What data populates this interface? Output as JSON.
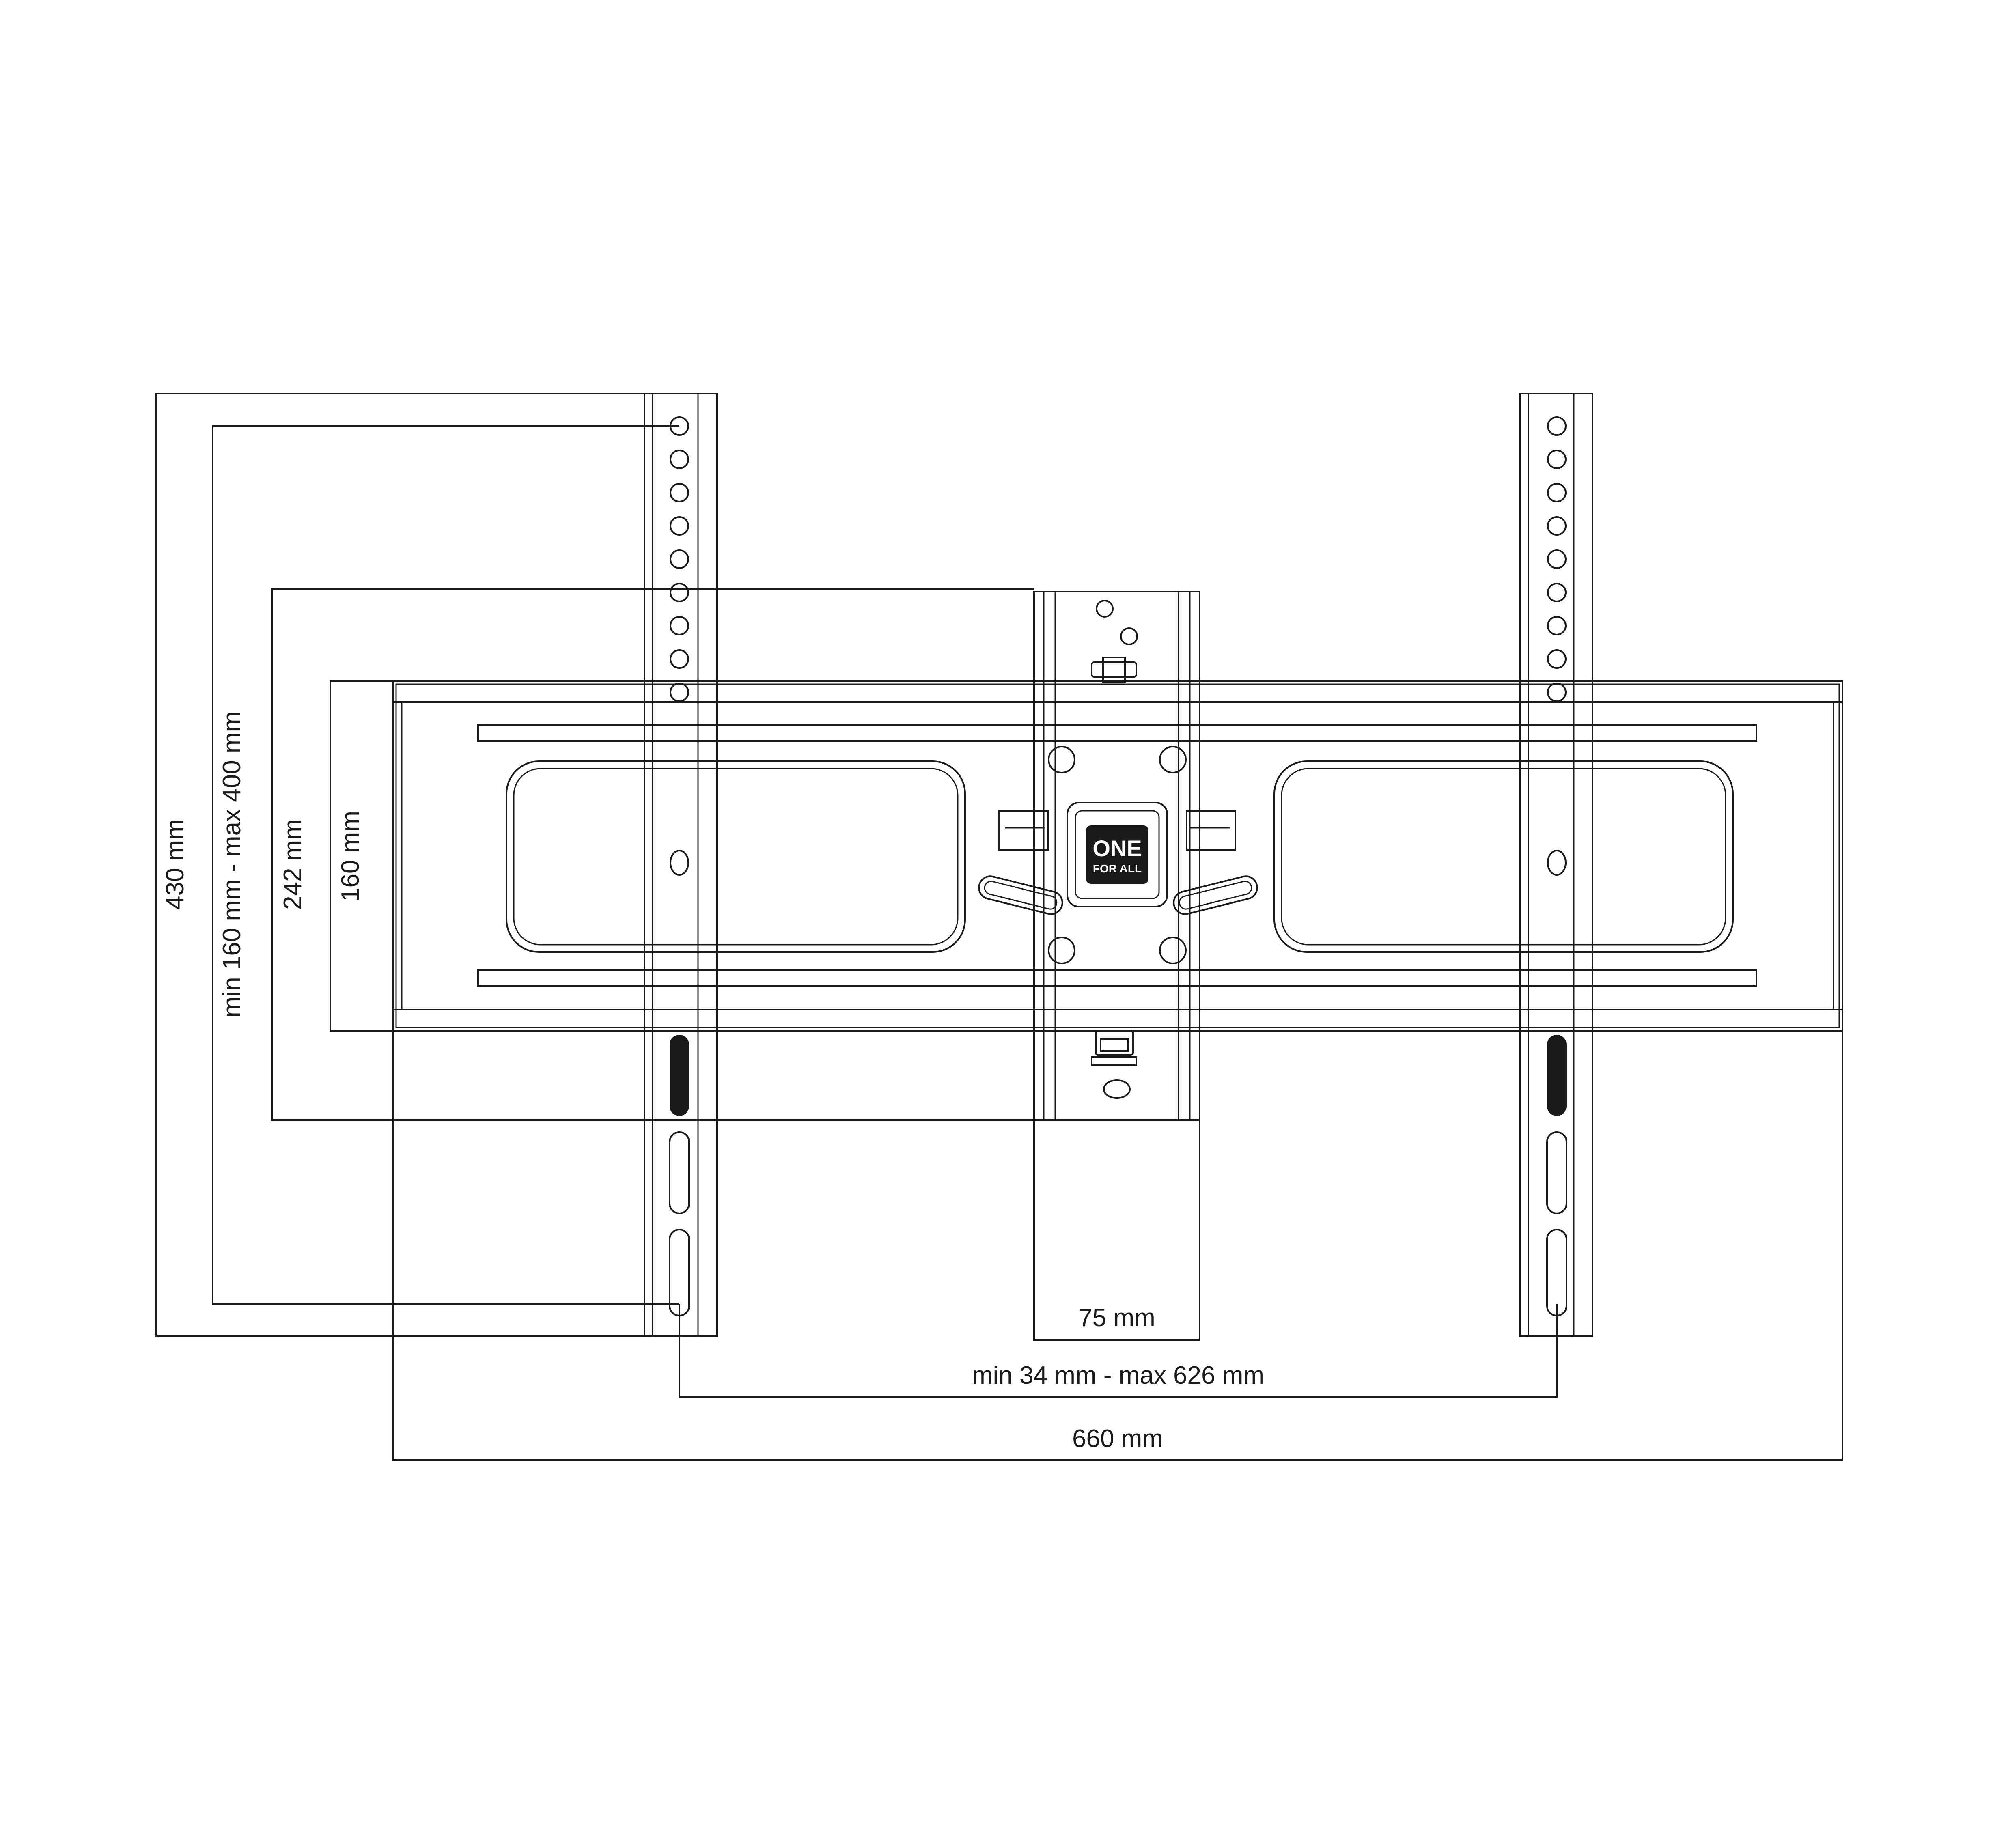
{
  "dimensions": {
    "height_total": "430 mm",
    "height_vesa_range": "min 160 mm - max 400 mm",
    "height_wall_plate": "242 mm",
    "height_arm_plate": "160 mm",
    "width_wall_plate": "75 mm",
    "width_vesa_range": "min 34 mm - max 626 mm",
    "width_total": "660 mm"
  },
  "logo": {
    "line1": "ONE",
    "line2": "FOR ALL"
  }
}
